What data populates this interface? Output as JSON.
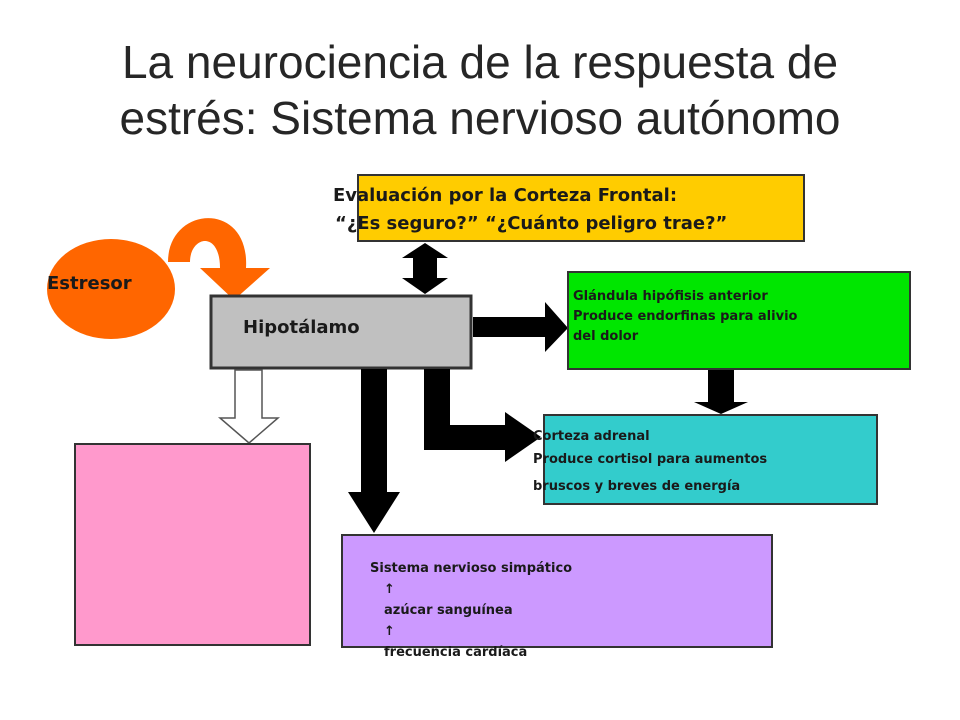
{
  "title": {
    "line1": "La neurociencia de la respuesta de",
    "line2": "estrés: Sistema nervioso autónomo"
  },
  "evaluation": {
    "line1": "Evaluación por la Corteza Frontal:",
    "line2": "“¿Es seguro?” “¿Cuánto peligro trae?”"
  },
  "stressor": {
    "label": "Estresor"
  },
  "hypothalamus": {
    "label": "Hipotálamo"
  },
  "pituitary": {
    "line1": "Glándula hipófisis anterior",
    "line2": "Produce endorfinas para alivio",
    "line3": "del dolor"
  },
  "adrenal": {
    "line1": "Corteza adrenal",
    "line2": "Produce cortisol para aumentos",
    "line3": "bruscos y breves de energía"
  },
  "sympathetic": {
    "line1": "Sistema nervioso simpático",
    "item1_arrow": "↑",
    "item1": "azúcar sanguínea",
    "item2_arrow": "↑",
    "item2": "frecuencia cardíaca"
  },
  "colors": {
    "evaluation_box": "#ffcc00",
    "stressor": "#ff6600",
    "hypothalamus_box": "#c0c0c0",
    "pituitary_box": "#00e600",
    "adrenal_box": "#33cccc",
    "sympathetic_box": "#cc99ff",
    "empty_box": "#ff99cc",
    "arrows": "#000000"
  }
}
